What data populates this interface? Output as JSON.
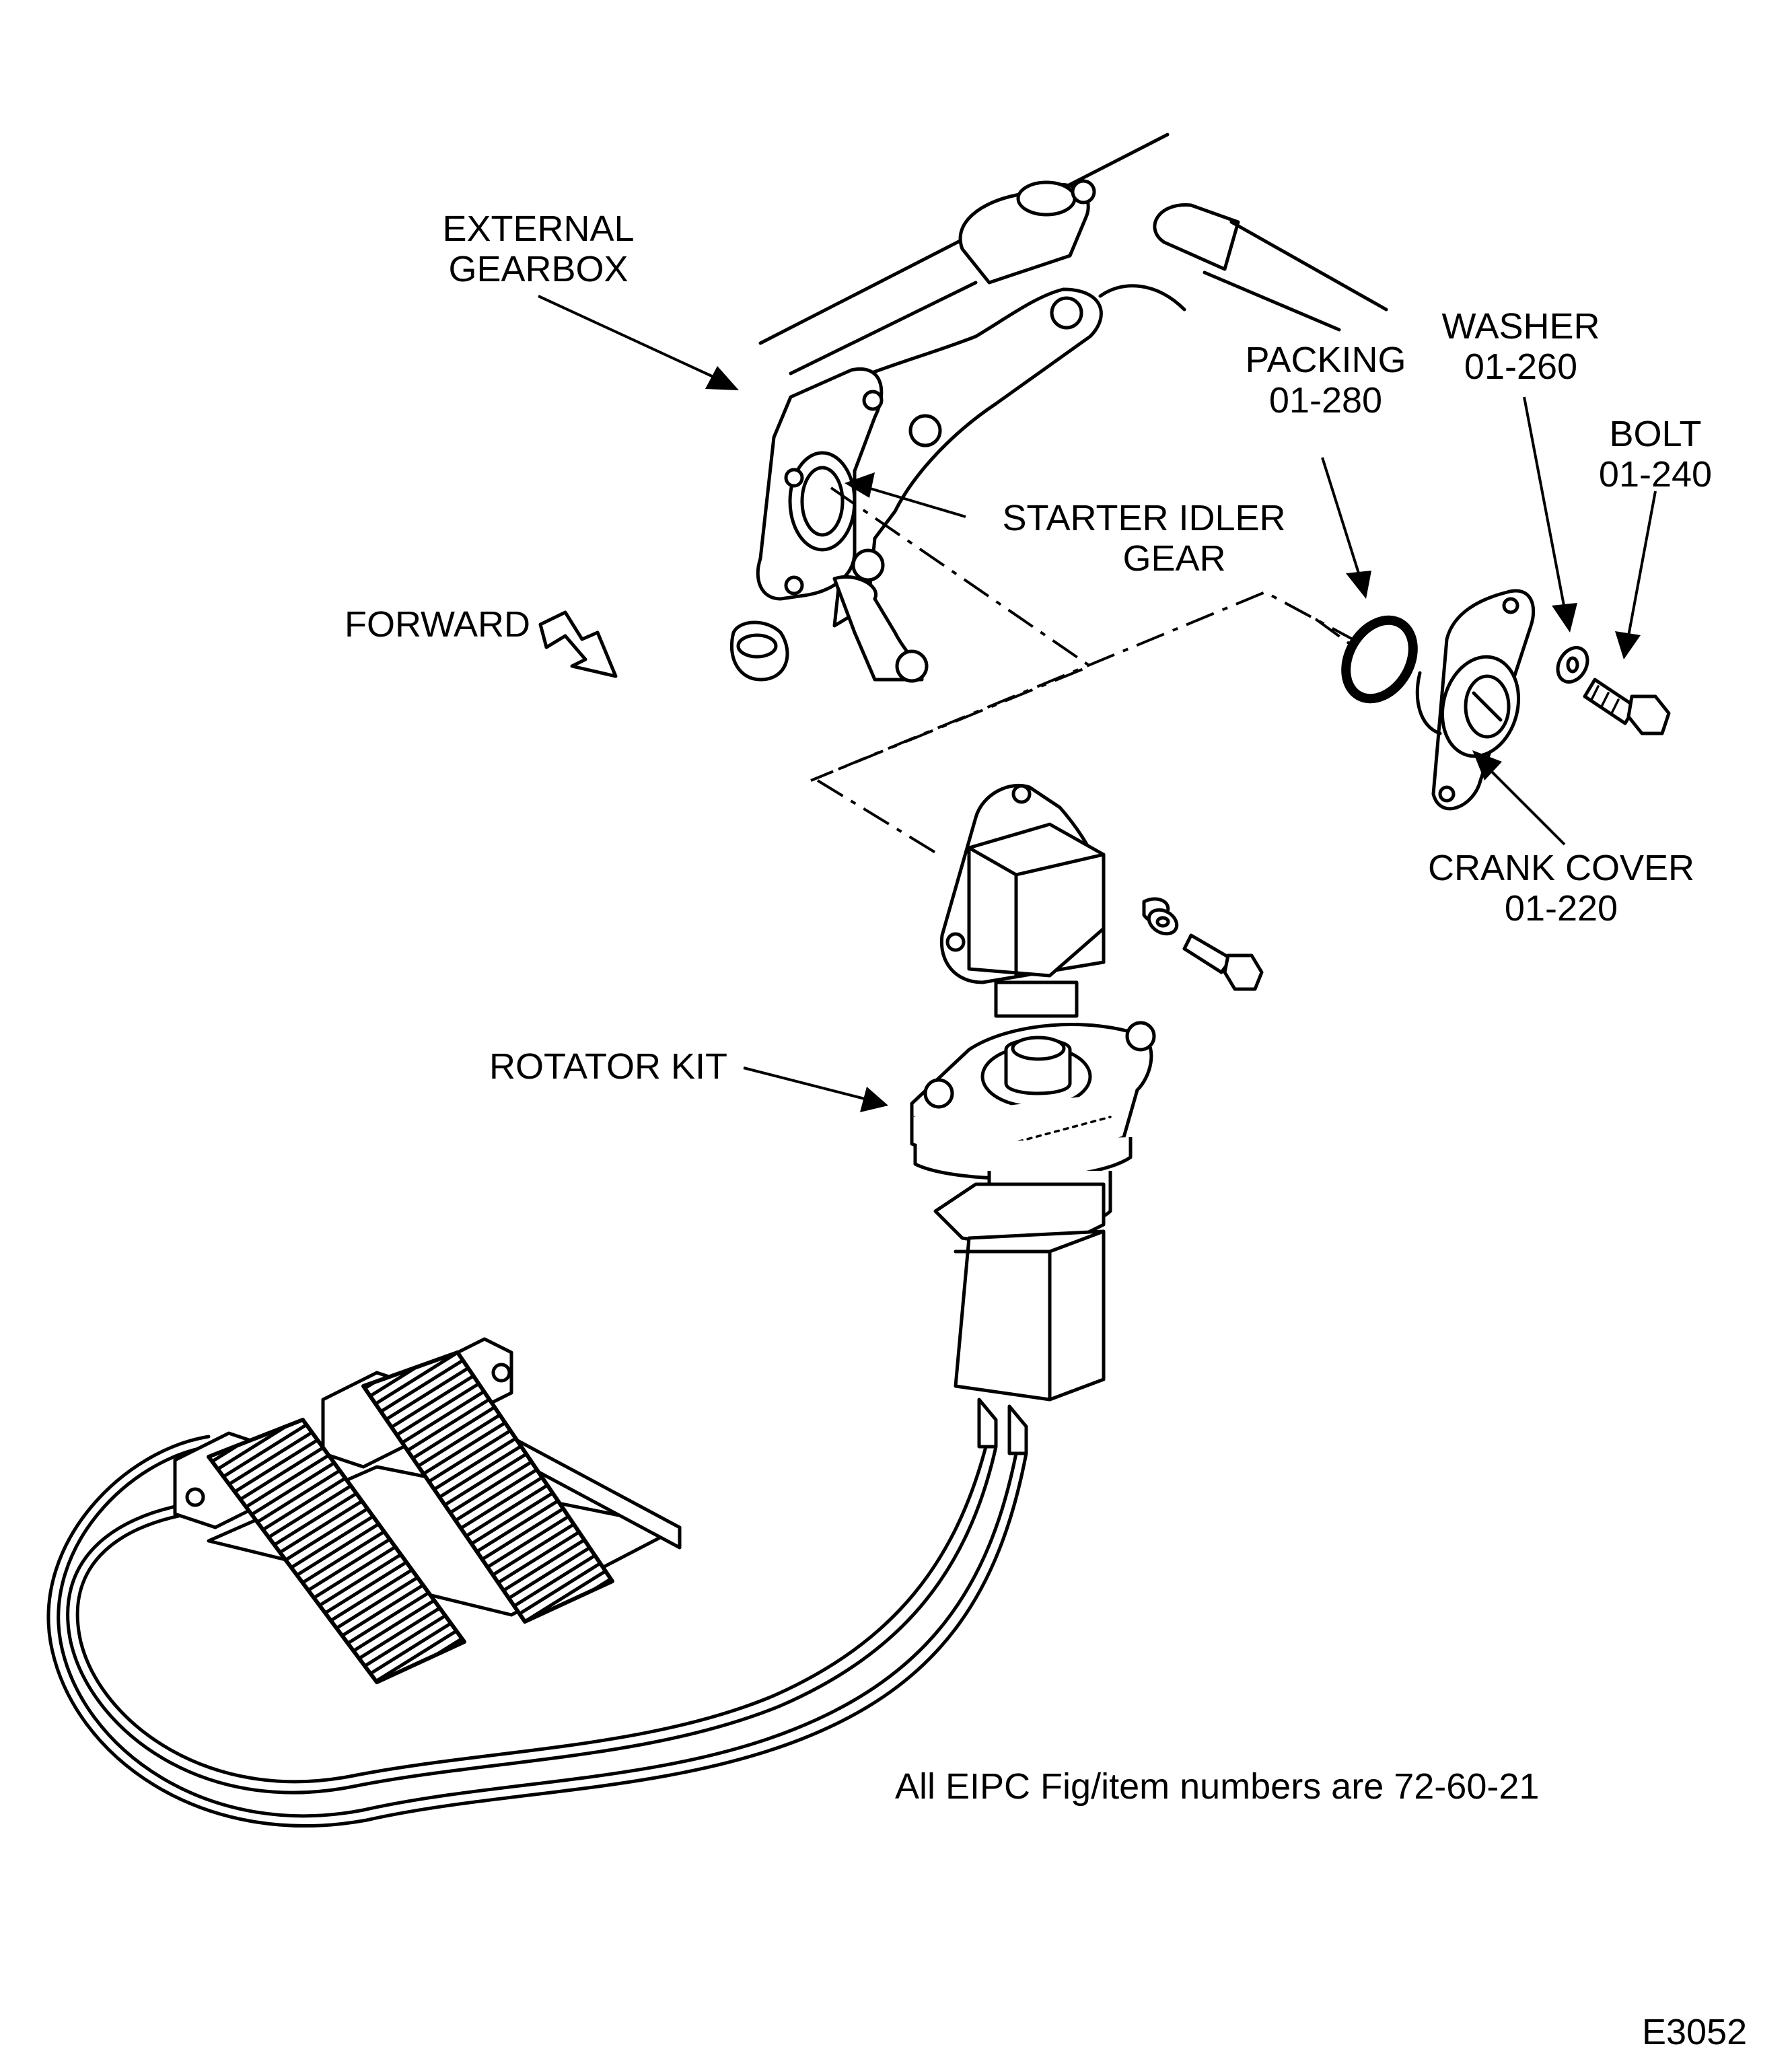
{
  "labels": {
    "external_gearbox": [
      "EXTERNAL",
      "GEARBOX"
    ],
    "starter_idler_gear": [
      "STARTER IDLER",
      "GEAR"
    ],
    "forward": "FORWARD",
    "packing": [
      "PACKING",
      "01-280"
    ],
    "washer": [
      "WASHER",
      "01-260"
    ],
    "bolt": [
      "BOLT",
      "01-240"
    ],
    "crank_cover": [
      "CRANK COVER",
      "01-220"
    ],
    "rotator_kit": "ROTATOR KIT"
  },
  "footnote": "All EIPC Fig/item numbers are 72-60-21",
  "figure_id": "E3052",
  "colors": {
    "ink": "#000000",
    "paper": "#ffffff"
  },
  "icons": {
    "forward": "outline-arrow-icon"
  }
}
